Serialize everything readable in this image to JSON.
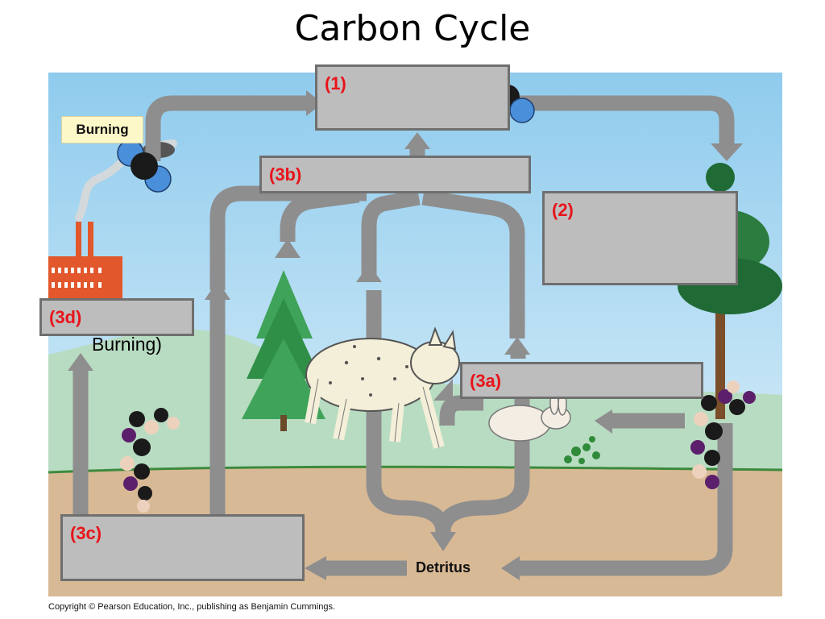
{
  "title": "Carbon Cycle",
  "labels": {
    "burning_tag": "Burning",
    "burning_text": "Burning)",
    "detritus": "Detritus",
    "copyright": "Copyright © Pearson Education, Inc., publishing as Benjamin Cummings."
  },
  "boxes": {
    "b1": "(1)",
    "b2": "(2)",
    "b3a": "(3a)",
    "b3b": "(3b)",
    "b3c": "(3c)",
    "b3d": "(3d)"
  },
  "colors": {
    "sky": "#bfe0f2",
    "hill": "#b8dcc2",
    "soil": "#d8b996",
    "arrow": "#8e8e8e",
    "box_fill": "#bdbdbd",
    "box_border": "#6f6f6f",
    "label_red": "#e8141b",
    "tree_green": "#2f8f46",
    "factory": "#e2572b"
  }
}
